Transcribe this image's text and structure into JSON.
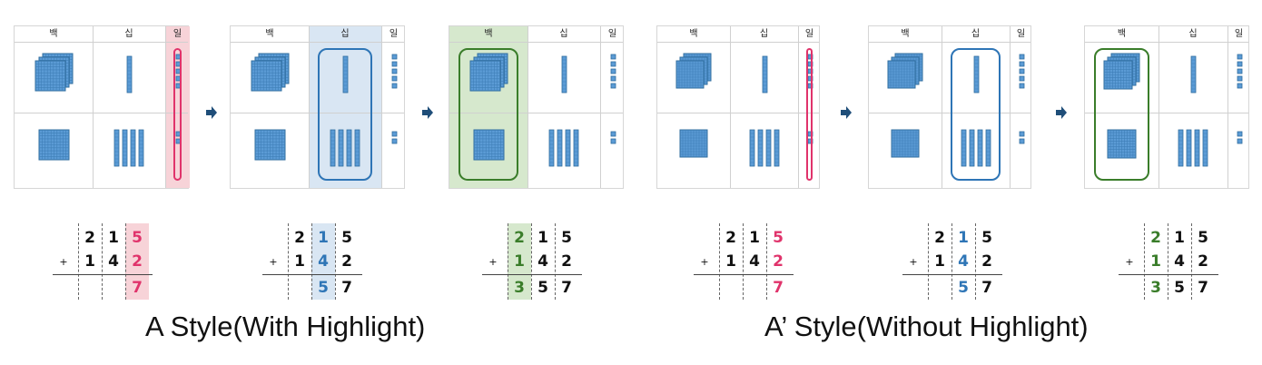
{
  "headers": {
    "hundreds": "백",
    "tens": "십",
    "ones": "일"
  },
  "colors": {
    "pink": "#e0336b",
    "pink_fill": "#f7d3d8",
    "blue": "#2e75b6",
    "blue_fill": "#d9e6f3",
    "green": "#3a7d2a",
    "green_fill": "#d6e8cd",
    "block": "#5b9bd5"
  },
  "icons": {
    "arrow": "right-arrow-icon",
    "blocks": "base-ten-blocks-icon"
  },
  "problem": {
    "plus": "+",
    "row1": [
      "2",
      "1",
      "5"
    ],
    "row2": [
      "1",
      "4",
      "2"
    ]
  },
  "steps": [
    {
      "result": [
        "",
        "",
        "7"
      ],
      "highlight_column": "ones"
    },
    {
      "result": [
        "",
        "5",
        "7"
      ],
      "highlight_column": "tens"
    },
    {
      "result": [
        "3",
        "5",
        "7"
      ],
      "highlight_column": "hundreds"
    }
  ],
  "captions": {
    "with_highlight": "A Style(With Highlight)",
    "without_highlight": "A’ Style(Without Highlight)"
  }
}
